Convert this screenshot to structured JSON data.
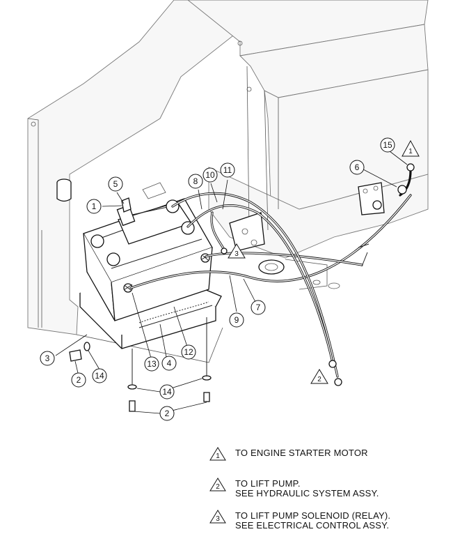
{
  "callouts": {
    "c1": "1",
    "c2a": "2",
    "c2b": "2",
    "c3": "3",
    "c4": "4",
    "c5": "5",
    "c6": "6",
    "c7": "7",
    "c8": "8",
    "c9": "9",
    "c10": "10",
    "c11": "11",
    "c12": "12",
    "c13": "13",
    "c14a": "14",
    "c14b": "14",
    "c15": "15"
  },
  "flags": {
    "f1": "1",
    "f2": "2",
    "f3": "3"
  },
  "notes": [
    {
      "flag": "1",
      "lines": [
        "TO ENGINE STARTER MOTOR"
      ]
    },
    {
      "flag": "2",
      "lines": [
        "TO LIFT PUMP.",
        "SEE HYDRAULIC SYSTEM ASSY."
      ]
    },
    {
      "flag": "3",
      "lines": [
        "TO LIFT PUMP SOLENOID (RELAY).",
        "SEE ELECTRICAL CONTROL ASSY."
      ]
    }
  ]
}
